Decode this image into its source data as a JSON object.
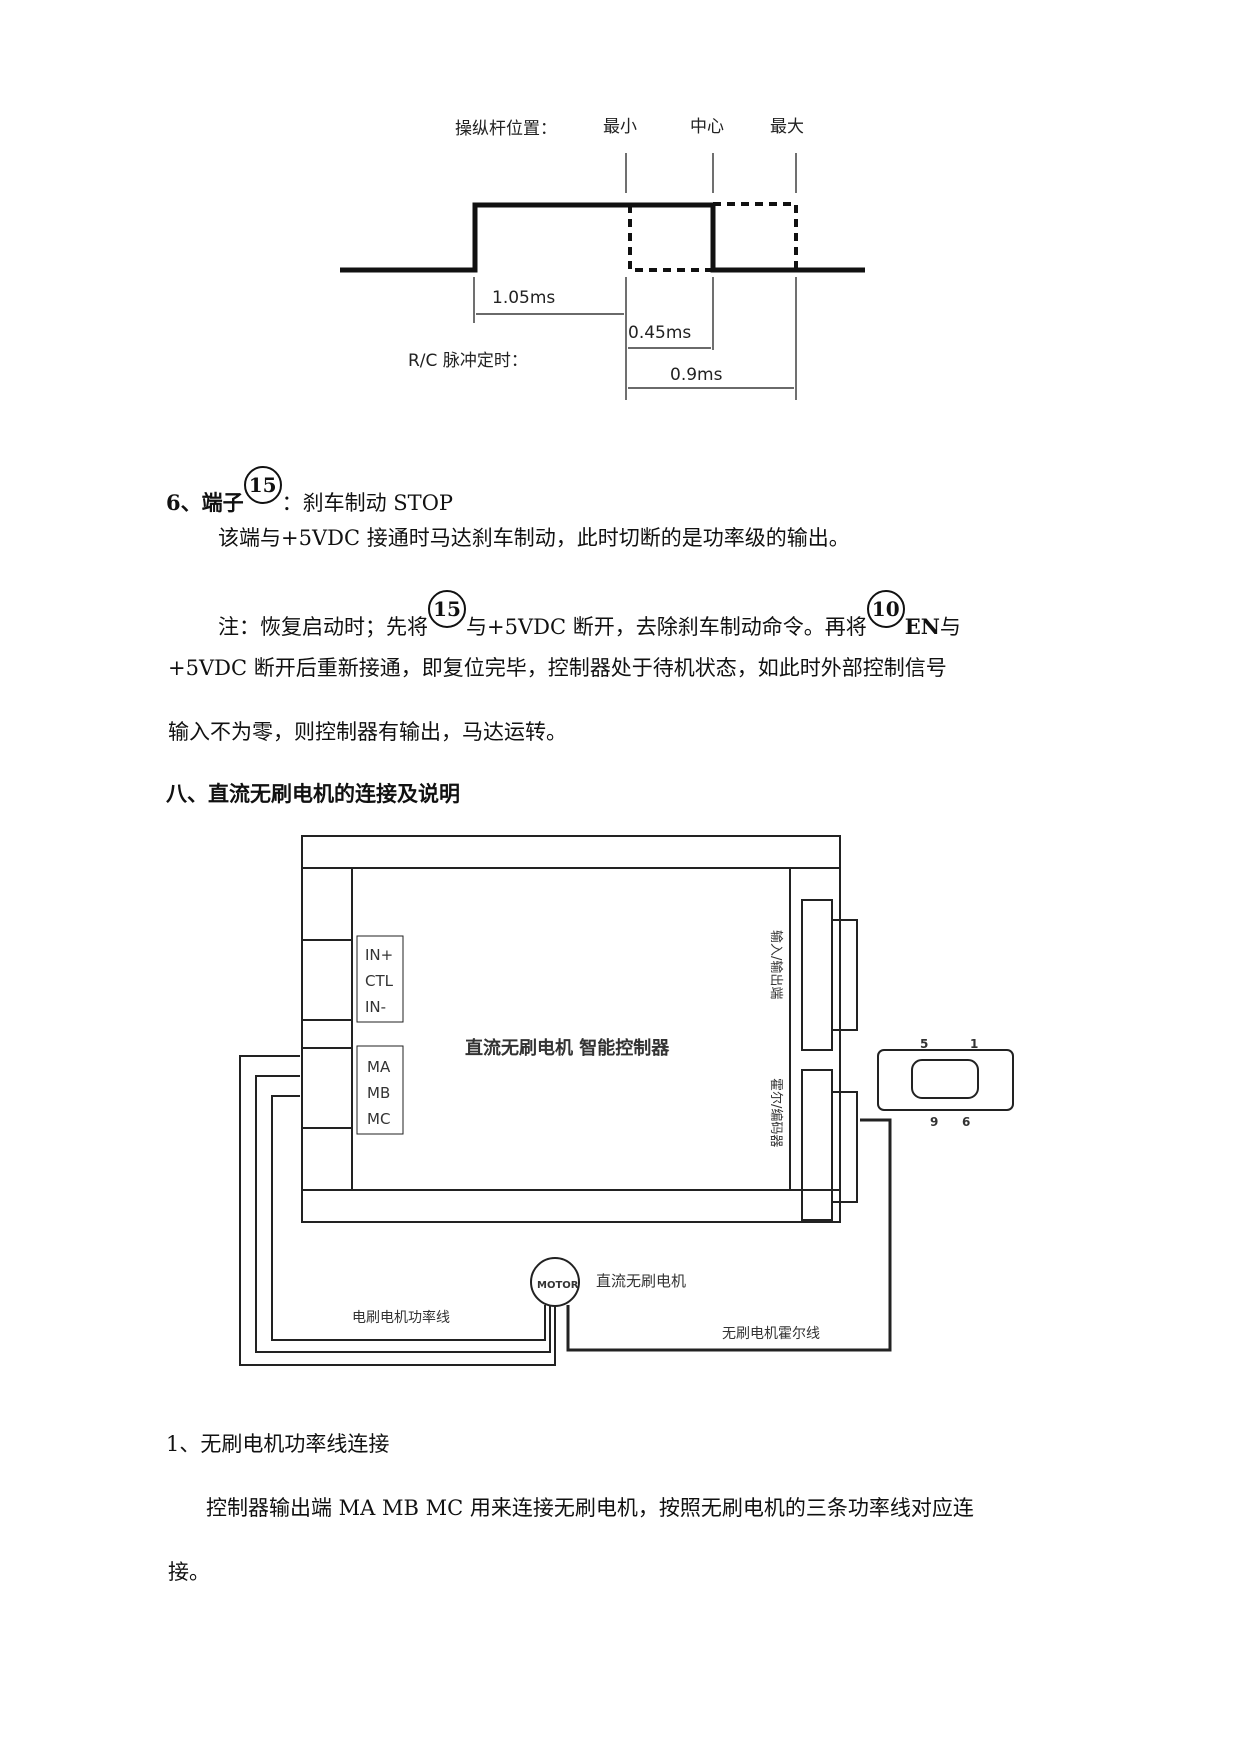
{
  "timing": {
    "stick_label": "操纵杆位置：",
    "min": "最小",
    "center": "中心",
    "max": "最大",
    "t1": "1.05ms",
    "t2": "0.45ms",
    "t3": "0.9ms",
    "rc_label": "R/C 脉冲定时："
  },
  "section6": {
    "heading_prefix": "6、端子",
    "terminal": "15",
    "heading_suffix": "：刹车制动  STOP",
    "para1": "该端与+5VDC 接通时马达刹车制动，此时切断的是功率级的输出。",
    "note_a": "注：恢复启动时；先将",
    "note_terminal1": "15",
    "note_b": "与+5VDC 断开，去除刹车制动命令。再将",
    "note_terminal2": "10",
    "note_en": "EN",
    "note_c": "与",
    "note_line2": "+5VDC  断开后重新接通，即复位完毕，控制器处于待机状态，如此时外部控制信号",
    "note_line3": "输入不为零，则控制器有输出，马达运转。"
  },
  "section8": {
    "heading": "八、直流无刷电机的连接及说明"
  },
  "diagram": {
    "in_plus": "IN+",
    "ctl": "CTL",
    "in_minus": "IN-",
    "ma": "MA",
    "mb": "MB",
    "mc": "MC",
    "title": "直流无刷电机 智能控制器",
    "io_label": "输入/输出端",
    "hall_label": "霍尔/编码器",
    "pin5": "5",
    "pin1": "1",
    "pin9": "9",
    "pin6": "6",
    "motor": "MOTOR",
    "motor_label": "直流无刷电机",
    "power_line": "电刷电机功率线",
    "hall_line": "无刷电机霍尔线"
  },
  "section1": {
    "heading": "1、无刷电机功率线连接",
    "para_line1": "控制器输出端 MA MB MC 用来连接无刷电机，按照无刷电机的三条功率线对应连",
    "para_line2": "接。"
  }
}
